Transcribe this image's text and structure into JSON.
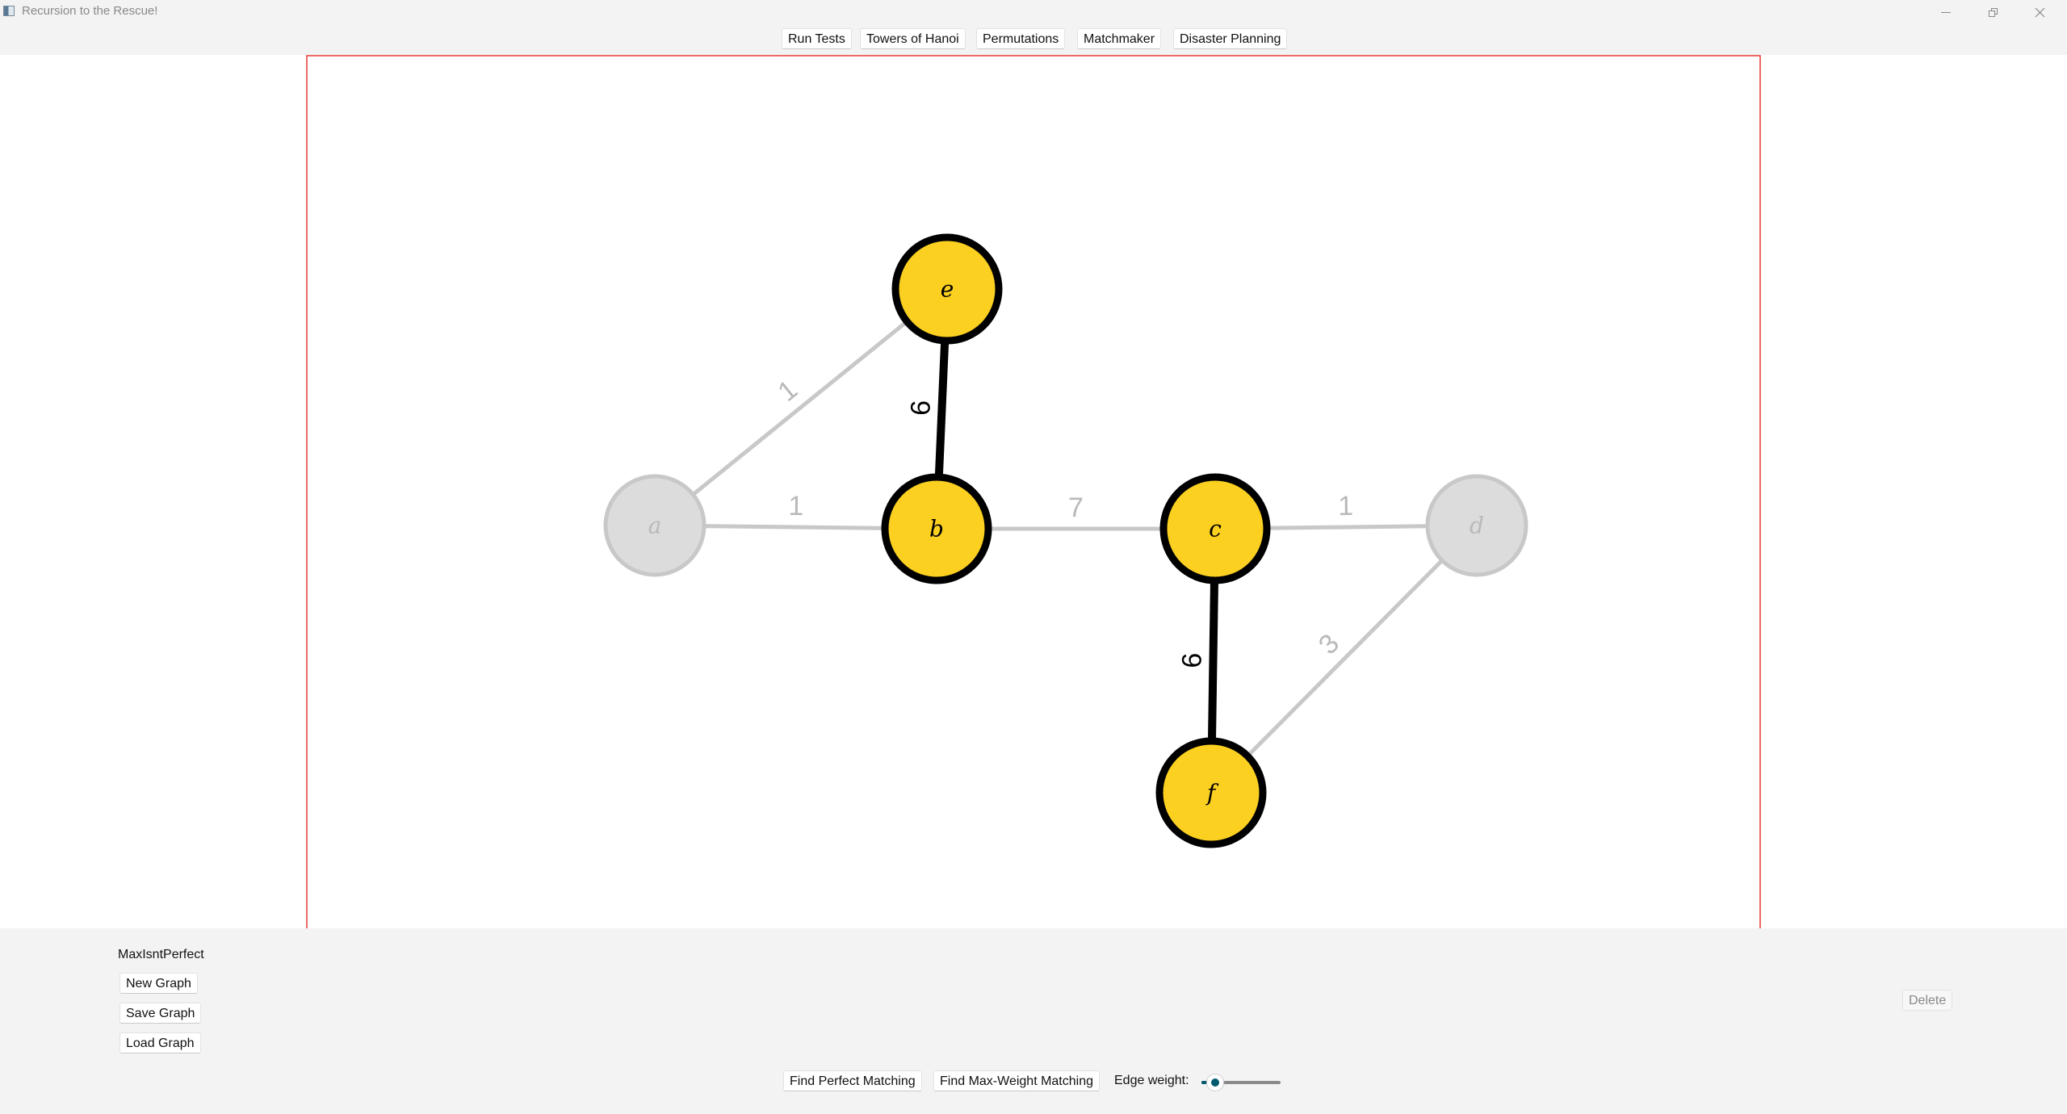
{
  "window": {
    "title": "Recursion to the Rescue!",
    "controls": {
      "minimize": "minimize-icon",
      "maximize": "restore-icon",
      "close": "close-icon"
    }
  },
  "nav": {
    "items": [
      {
        "label": "Run Tests"
      },
      {
        "label": "Towers of Hanoi"
      },
      {
        "label": "Permutations"
      },
      {
        "label": "Matchmaker"
      },
      {
        "label": "Disaster Planning"
      }
    ]
  },
  "graph": {
    "colors": {
      "matched_fill": "#fcd021",
      "matched_stroke": "#000000",
      "unmatched_fill": "#dcdcdc",
      "unmatched_stroke": "#c8c8c8",
      "unmatched_text": "#b9b9b9",
      "canvas_border": "#e53935"
    },
    "nodes": [
      {
        "id": "a",
        "label": "a",
        "matched": false
      },
      {
        "id": "b",
        "label": "b",
        "matched": true
      },
      {
        "id": "c",
        "label": "c",
        "matched": true
      },
      {
        "id": "d",
        "label": "d",
        "matched": false
      },
      {
        "id": "e",
        "label": "e",
        "matched": true
      },
      {
        "id": "f",
        "label": "f",
        "matched": true
      }
    ],
    "edges": [
      {
        "from": "a",
        "to": "e",
        "weight": "1",
        "matched": false
      },
      {
        "from": "a",
        "to": "b",
        "weight": "1",
        "matched": false
      },
      {
        "from": "e",
        "to": "b",
        "weight": "6",
        "matched": true
      },
      {
        "from": "b",
        "to": "c",
        "weight": "7",
        "matched": false
      },
      {
        "from": "c",
        "to": "d",
        "weight": "1",
        "matched": false
      },
      {
        "from": "c",
        "to": "f",
        "weight": "6",
        "matched": true
      },
      {
        "from": "d",
        "to": "f",
        "weight": "3",
        "matched": false
      }
    ]
  },
  "panel": {
    "graph_name": "MaxIsntPerfect",
    "new_graph": "New Graph",
    "save_graph": "Save Graph",
    "load_graph": "Load Graph",
    "delete": "Delete",
    "find_perfect": "Find Perfect Matching",
    "find_max_weight": "Find Max-Weight Matching",
    "edge_weight_label": "Edge weight:",
    "edge_weight_fraction": 0.17
  }
}
